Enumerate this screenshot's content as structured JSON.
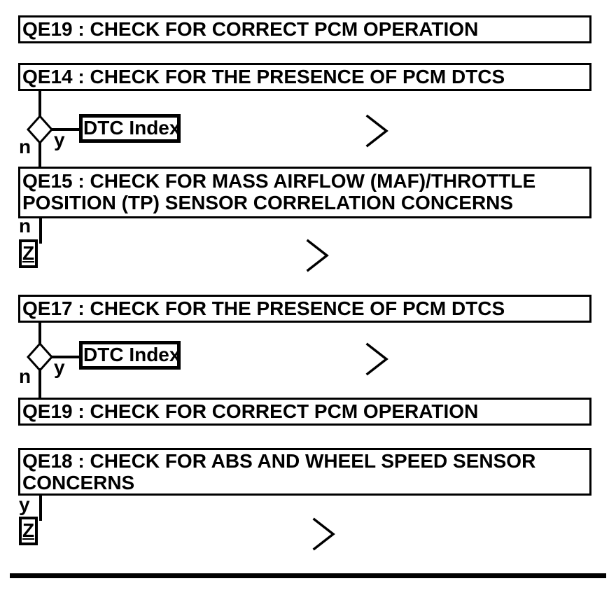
{
  "page": {
    "colors": {
      "foreground": "#000000",
      "background": "#ffffff"
    }
  },
  "flowchart": {
    "steps": {
      "qe19_top": {
        "label": "QE19 : CHECK FOR CORRECT PCM OPERATION"
      },
      "qe14": {
        "label": "QE14 : CHECK FOR THE PRESENCE OF PCM DTCS"
      },
      "qe15": {
        "label": "QE15 : CHECK FOR MASS AIRFLOW (MAF)/THROTTLE POSITION (TP) SENSOR CORRELATION CONCERNS"
      },
      "qe17": {
        "label": "QE17 : CHECK FOR THE PRESENCE OF PCM DTCS"
      },
      "qe19_bottom": {
        "label": "QE19 : CHECK FOR CORRECT PCM OPERATION"
      },
      "qe18": {
        "label": "QE18 : CHECK FOR ABS AND WHEEL SPEED SENSOR CONCERNS"
      }
    },
    "links": {
      "dtc_index": "DTC Index",
      "z_connector": "Z"
    },
    "branch": {
      "yes": "y",
      "no": "n"
    },
    "icons": {
      "chevron_right": "›"
    }
  }
}
